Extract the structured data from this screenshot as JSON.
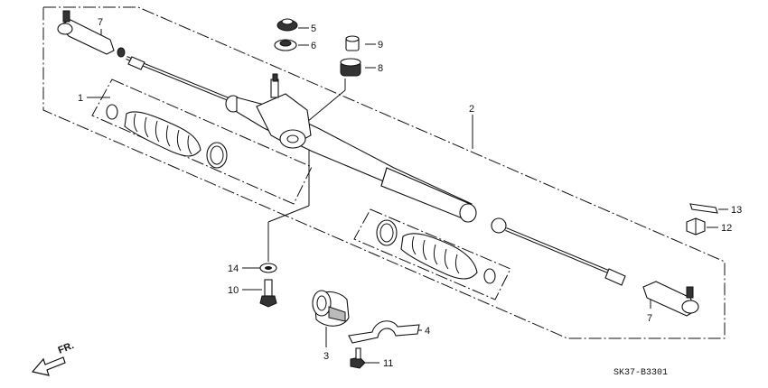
{
  "diagram": {
    "part_code": "SK37-B3301",
    "direction_label": "FR.",
    "callouts": [
      {
        "id": "tie-rod-end-left",
        "label": "7"
      },
      {
        "id": "boot-kit-left",
        "label": "1"
      },
      {
        "id": "cap-upper",
        "label": "5"
      },
      {
        "id": "cap-lower",
        "label": "6"
      },
      {
        "id": "bushing-small",
        "label": "9"
      },
      {
        "id": "cap-port",
        "label": "8"
      },
      {
        "id": "rack-housing",
        "label": "2"
      },
      {
        "id": "cotter-pin",
        "label": "13"
      },
      {
        "id": "castle-nut",
        "label": "12"
      },
      {
        "id": "washer",
        "label": "14"
      },
      {
        "id": "bolt-left",
        "label": "10"
      },
      {
        "id": "mount-bushing",
        "label": "3"
      },
      {
        "id": "bracket",
        "label": "4"
      },
      {
        "id": "bolt-bracket",
        "label": "11"
      },
      {
        "id": "tie-rod-end-right",
        "label": "7"
      }
    ]
  }
}
